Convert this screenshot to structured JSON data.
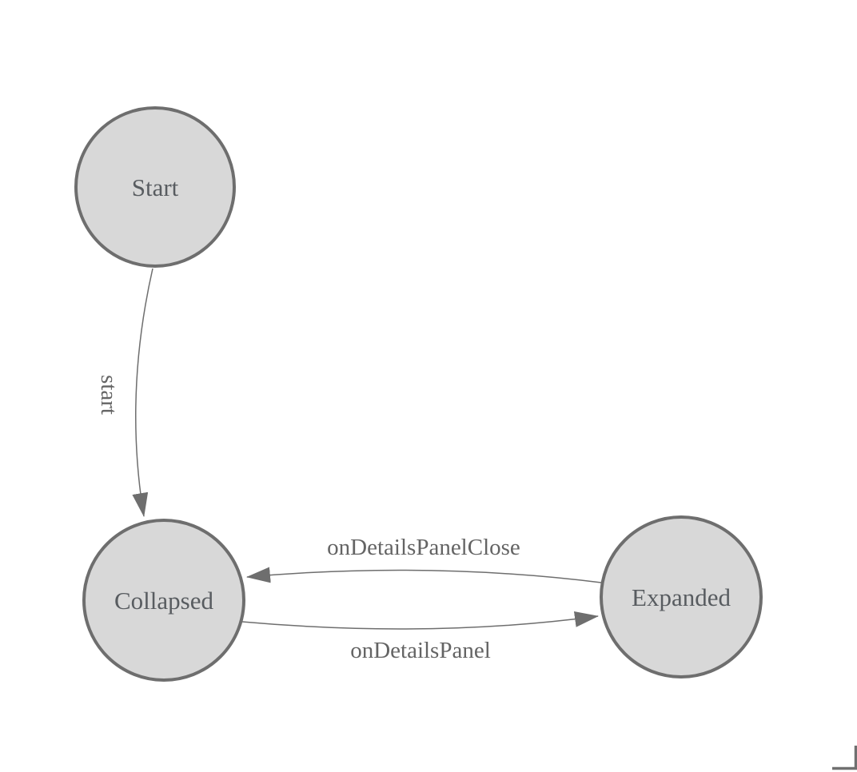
{
  "diagram": {
    "type": "state-machine",
    "nodes": [
      {
        "id": "start",
        "label": "Start"
      },
      {
        "id": "collapsed",
        "label": "Collapsed"
      },
      {
        "id": "expanded",
        "label": "Expanded"
      }
    ],
    "edges": [
      {
        "from": "Start",
        "to": "Collapsed",
        "label": "start"
      },
      {
        "from": "Expanded",
        "to": "Collapsed",
        "label": "onDetailsPanelClose"
      },
      {
        "from": "Collapsed",
        "to": "Expanded",
        "label": "onDetailsPanel"
      }
    ]
  },
  "colors": {
    "background": "#ffffff",
    "node_fill": "#d8d8d8",
    "node_border": "#6e6e6e",
    "edge_line": "#6e6e6e",
    "node_label": "#585c60",
    "edge_label": "#646464",
    "corner_mark": "#707070"
  }
}
